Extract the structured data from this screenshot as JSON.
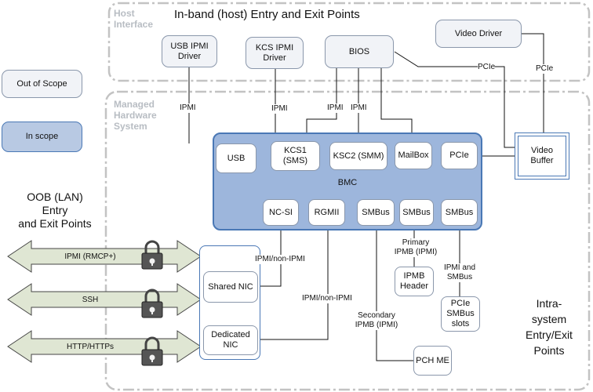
{
  "host_region": {
    "label": "Host\nInterface",
    "title": "In-band (host) Entry and Exit Points"
  },
  "managed_region": {
    "label": "Managed\nHardware\nSystem"
  },
  "legend": {
    "out_of_scope": "Out of Scope",
    "in_scope": "In scope"
  },
  "oob": {
    "title": "OOB (LAN)\nEntry\nand Exit Points"
  },
  "intra": {
    "title": "Intra-\nsystem\nEntry/Exit\nPoints"
  },
  "host_boxes": {
    "usb_driver": "USB IPMI\nDriver",
    "kcs_driver": "KCS IPMI\nDriver",
    "bios": "BIOS",
    "video_driver": "Video Driver"
  },
  "bmc": {
    "label": "BMC",
    "usb": "USB",
    "kcs1": "KCS1\n(SMS)",
    "ksc2": "KSC2 (SMM)",
    "mailbox": "MailBox",
    "pcie": "PCIe",
    "ncsi": "NC-SI",
    "rgmii": "RGMII",
    "smbus1": "SMBus",
    "smbus2": "SMBus",
    "smbus3": "SMBus"
  },
  "video_buffer": "Video\nBuffer",
  "nics": {
    "shared": "Shared  NIC",
    "dedicated": "Dedicated\nNIC"
  },
  "devices": {
    "ipmb_header": "IPMB\nHeader",
    "pcie_smbus": "PCIe\nSMBus\nslots",
    "pch_me": "PCH ME"
  },
  "links": {
    "ipmi_usb": "IPMI",
    "ipmi_kcs": "IPMI",
    "ipmi_bios1": "IPMI",
    "ipmi_bios2": "IPMI",
    "pcie_bios": "PCIe",
    "pcie_video": "PCIe",
    "ipmi_non_ipmi_1": "IPMI/non-IPMI",
    "ipmi_non_ipmi_2": "IPMI/non-IPMI",
    "primary_ipmb": "Primary\nIPMB (IPMI)",
    "secondary_ipmb": "Secondary\nIPMB (IPMI)",
    "ipmi_smbus": "IPMI and\nSMBus"
  },
  "arrows": {
    "rmcp": "IPMI (RMCP+)",
    "ssh": "SSH",
    "http": "HTTP/HTTPs"
  },
  "colors": {
    "in_scope": "#b8c9e3",
    "bmc_fill": "#9db6dc",
    "bmc_border": "#4a78b5",
    "out_of_scope": "#f1f3f7",
    "arrow_fill": "#dfe6d3",
    "region_dash": "#c3c3c3"
  }
}
